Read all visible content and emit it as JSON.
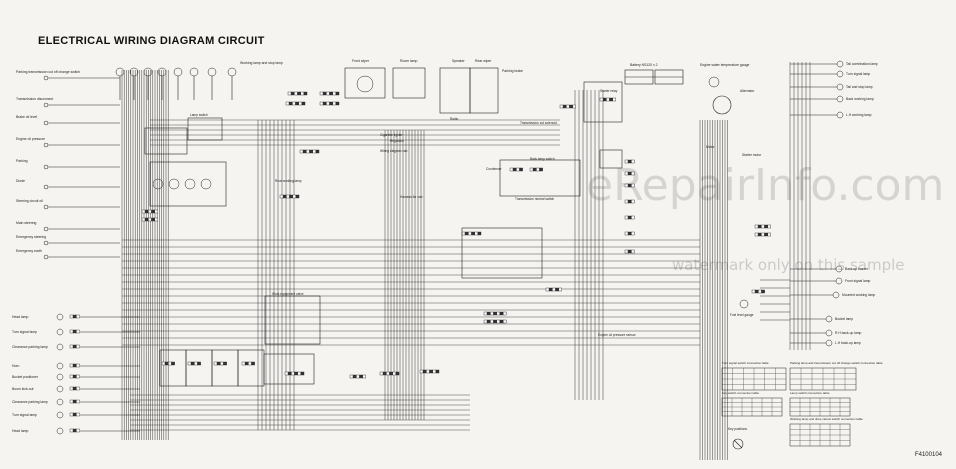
{
  "title": "ELECTRICAL WIRING DIAGRAM CIRCUIT",
  "figure_code": "F4100104",
  "watermark": "eRepairInfo.com",
  "watermark_note": "watermark only on this sample",
  "labels_left": [
    "Parking transmission cut off change switch",
    "Transmission disconnect",
    "Brake oil level",
    "Engine oil pressure",
    "Parking",
    "Diode",
    "Steering circuit oil",
    "Main steering",
    "Emergency steering",
    "Emergency earth"
  ],
  "labels_left_lower": [
    "Head lamp",
    "Turn signal lamp",
    "Clearance parking lamp",
    "Horn",
    "Bucket positioner",
    "Boom kick-out",
    "Clearance parking lamp",
    "Turn signal lamp",
    "Head lamp"
  ],
  "labels_top": [
    "Front wiper",
    "Room lamp",
    "Speaker",
    "Rear wiper",
    "Parking brake",
    "Battery NS120 x 2",
    "Engine water temperature gauge",
    "Working lamp and stop lamp"
  ],
  "labels_center": [
    "Lamp switch",
    "Wiring diagram cab",
    "Cigarette lighter",
    "Regulator",
    "Radio",
    "Harness for cab",
    "Transmission cut solenoid",
    "Starter relay",
    "Condenser",
    "Transmission neutral switch",
    "Back lamp switch",
    "Rear working lamp",
    "Work equipment valve",
    "Engine oil pressure sensor",
    "Fuel level gauge"
  ],
  "labels_right": [
    "Tail combination lamp",
    "Turn signal lamp",
    "Tail and stop lamp",
    "Back working lamp",
    "L.H working lamp",
    "Alternator",
    "Motor",
    "Starter motor",
    "Back-up buzzer",
    "Front signal lamp",
    "Mounted working lamp",
    "Bucket lamp",
    "R.H back-up lamp",
    "L.H back-up lamp"
  ],
  "tables": [
    "Turn signal switch connection table",
    "Parking lamp and transmission cut off change switch connection table",
    "Key switch connection table",
    "Lamp switch connection table",
    "Working lamp and drive cancel switch connection table",
    "Key positions"
  ],
  "colors": {
    "wire": "#222222",
    "paper": "#f6f4f0",
    "title": "#111111"
  }
}
